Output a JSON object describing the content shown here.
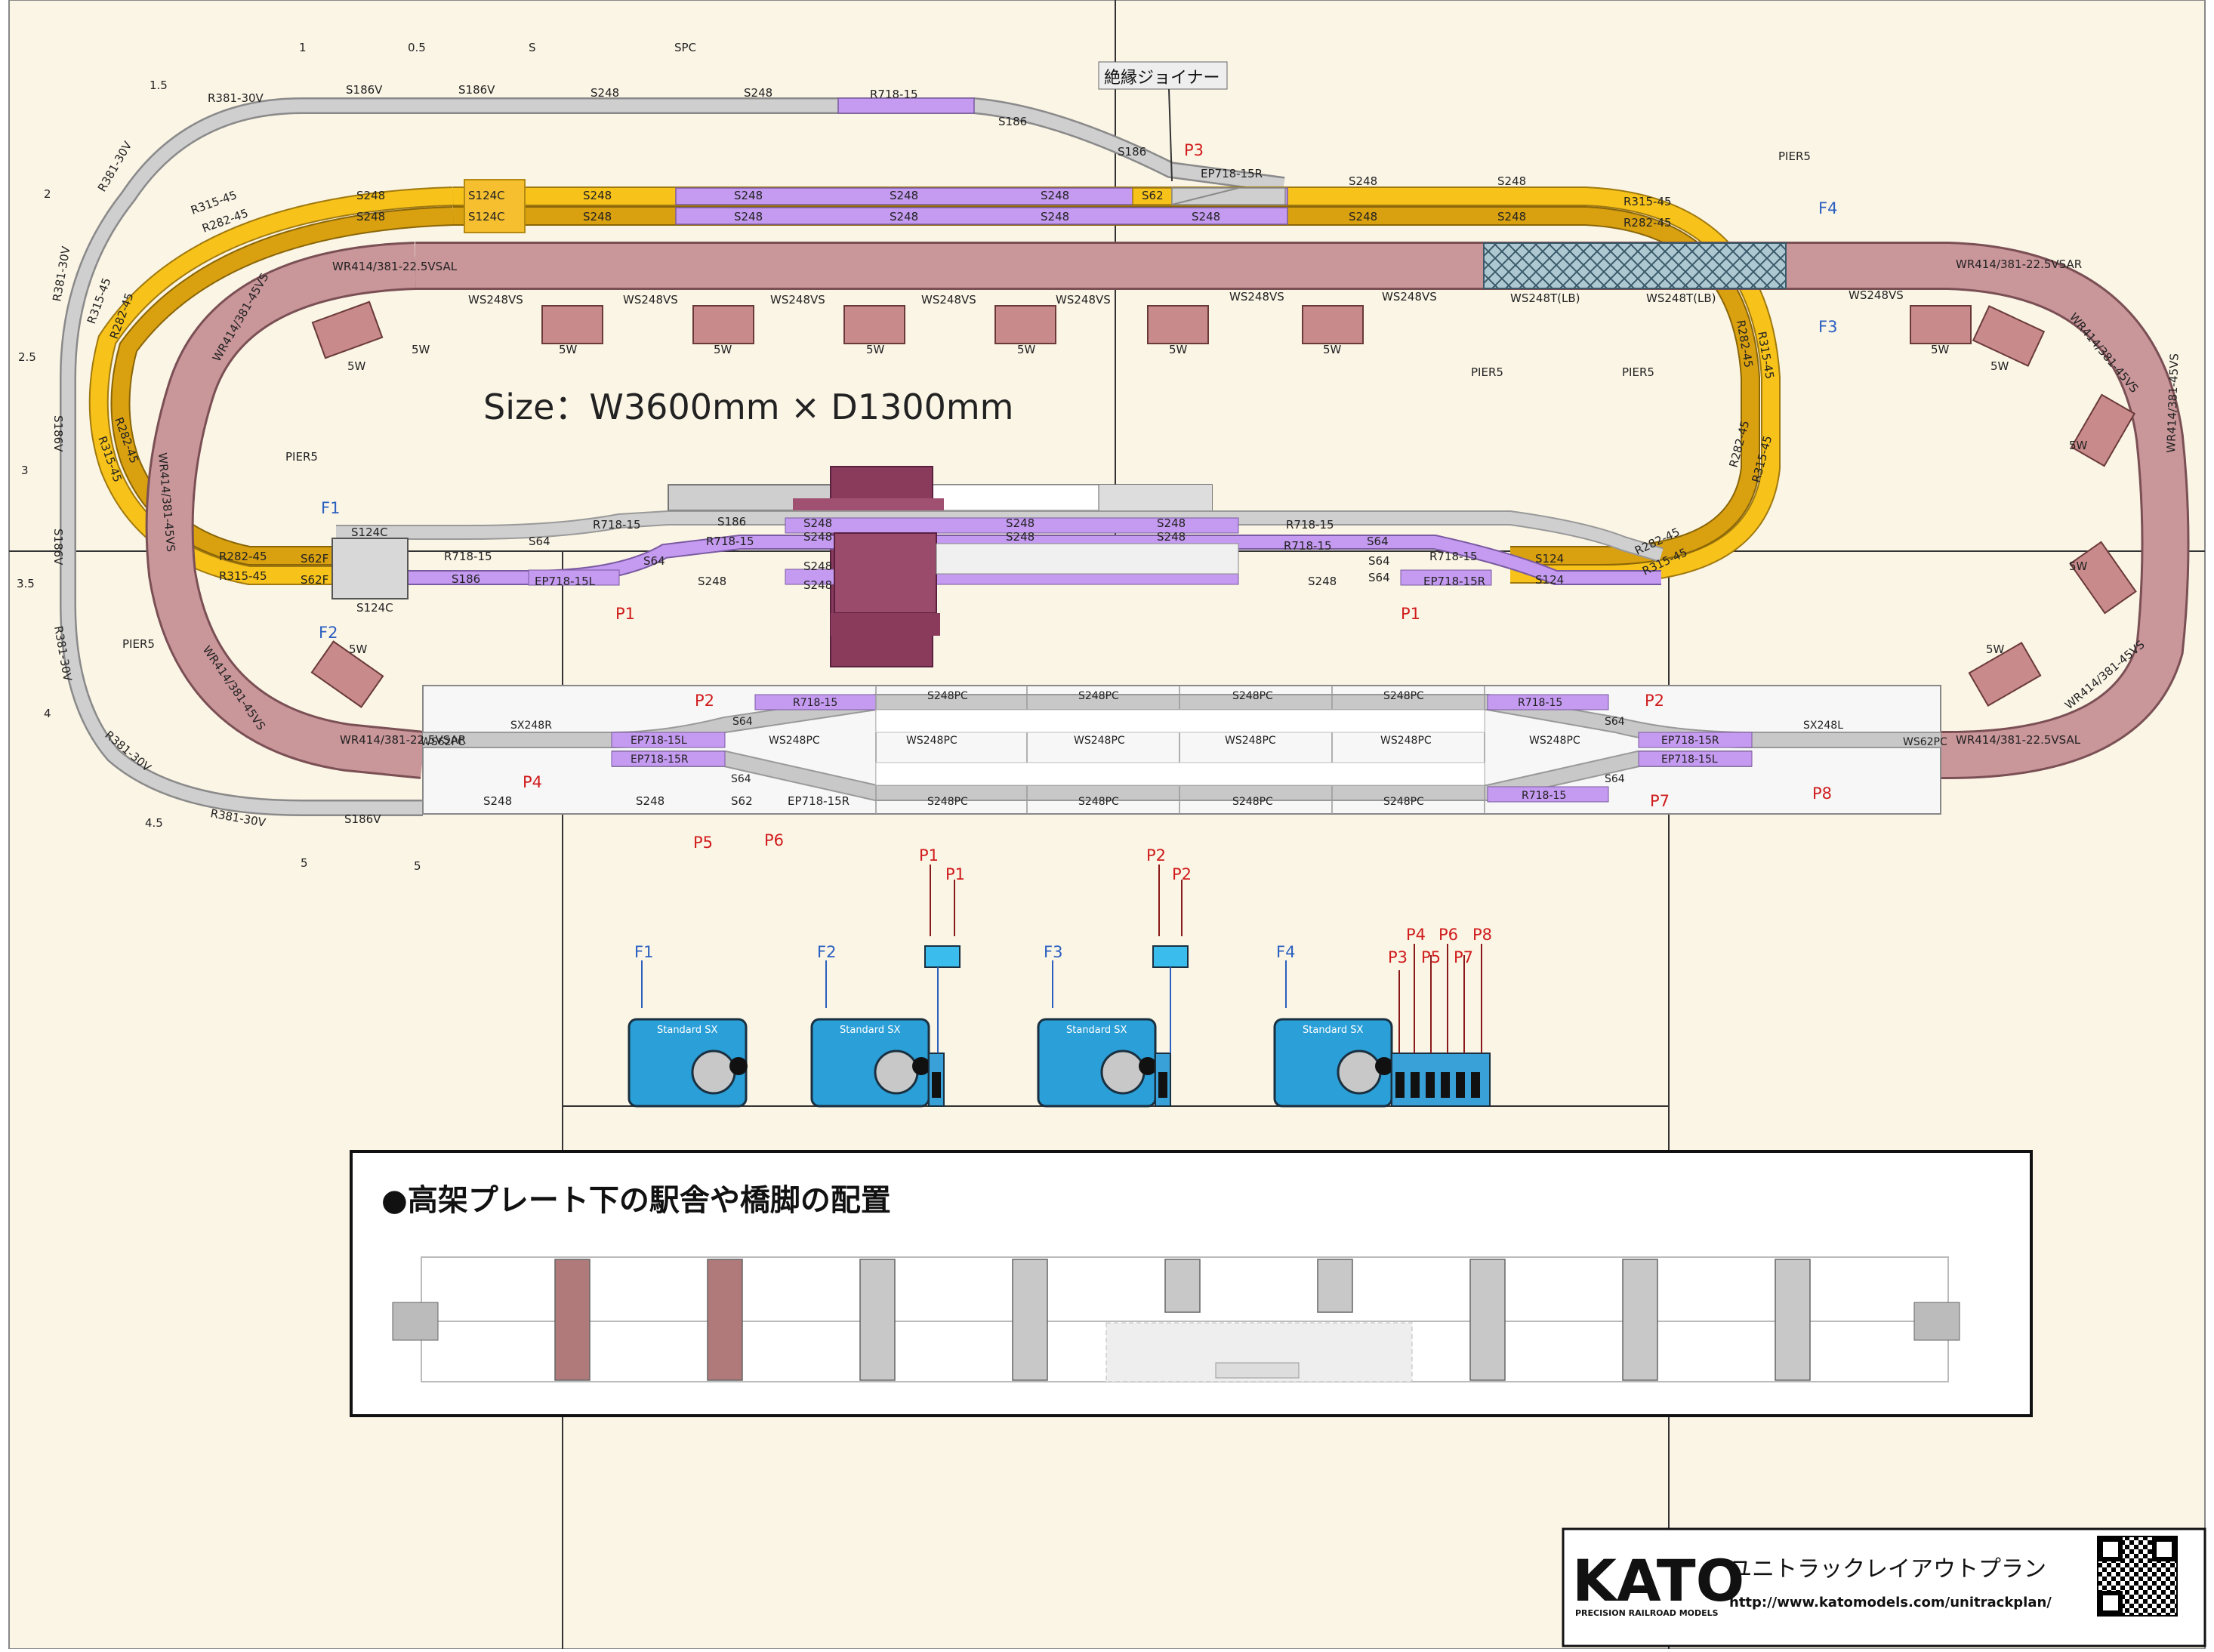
{
  "colors": {
    "background": "#fbf5e6",
    "track_gray": "#c8c8c8",
    "track_yellow": "#f7c21a",
    "track_yellow_dark": "#d9a010",
    "track_purple": "#c49bf0",
    "track_viaduct": "#c9969a",
    "station_maroon": "#8a3b5c",
    "controller_blue": "#2a9fd8"
  },
  "title_size": "Size：W3600mm × D1300mm",
  "joiner_label": "絶縁ジョイナー",
  "height_markers": {
    "m1": "1",
    "m05": "0.5",
    "ms": "S",
    "mspc": "SPC",
    "m15": "1.5",
    "m2": "2",
    "m25": "2.5",
    "m3": "3",
    "m35": "3.5",
    "m4": "4",
    "m45": "4.5",
    "m5a": "5",
    "m5b": "5"
  },
  "outer_loop": {
    "top": [
      "R381-30V",
      "S186V",
      "S186V",
      "S248",
      "S248",
      "R718-15",
      "S186",
      "S186",
      "EP718-15R"
    ],
    "left": [
      "R381-30V",
      "R381-30V",
      "S186V",
      "S186V",
      "R381-30V",
      "R381-30V",
      "R381-30V"
    ],
    "bottom": [
      "S186V",
      "S248",
      "S248",
      "S62",
      "EP718-15R"
    ]
  },
  "yellow_tracks": {
    "row1": [
      "S248",
      "S124C",
      "S248",
      "S248",
      "S248",
      "S248",
      "S62",
      "S248",
      "S248",
      "R315-45"
    ],
    "row2": [
      "S248",
      "S124C",
      "S248",
      "S248",
      "S248",
      "S248",
      "S248",
      "S248",
      "S248",
      "R282-45"
    ],
    "left_curves": [
      "R315-45",
      "R282-45",
      "R315-45",
      "R282-45",
      "R282-45",
      "R315-45"
    ],
    "right_curves": [
      "R282-45",
      "R315-45",
      "R282-45",
      "R315-45",
      "R282-45",
      "R315-45"
    ],
    "left_bottom": [
      "R282-45",
      "S62F",
      "R315-45",
      "S62F"
    ],
    "right_bottom": [
      "S124",
      "S124"
    ]
  },
  "viaduct": {
    "top_labels": [
      "WS248VS",
      "WS248VS",
      "WS248VS",
      "WS248VS",
      "WS248VS",
      "WS248VS",
      "WS248VS",
      "WS248T(LB)",
      "WS248T(LB)",
      "WS248VS"
    ],
    "left_curve": [
      "WR414/381-22.5VSAL",
      "WR414/381-45VS",
      "WR414/381-45VS",
      "WR414/381-45VS",
      "WR414/381-22.5VSAR"
    ],
    "right_curve": [
      "WR414/381-22.5VSAR",
      "WR414/381-45VS",
      "WR414/381-45VS",
      "WR414/381-45VS",
      "WR414/381-22.5VSAL"
    ],
    "pier_labels": [
      "PIER5",
      "PIER5",
      "PIER5",
      "PIER5",
      "PIER5"
    ],
    "w5": "5W"
  },
  "middle_station": {
    "left": [
      "S124C",
      "S124C",
      "R718-15",
      "S186",
      "S64",
      "R718-15",
      "S64",
      "S186",
      "EP718-15L",
      "R718-15",
      "S248"
    ],
    "center": [
      "S248",
      "S248",
      "S248",
      "S248",
      "S248",
      "S248",
      "S248",
      "S248"
    ],
    "right": [
      "R718-15",
      "S64",
      "R718-15",
      "S64",
      "R718-15",
      "S248",
      "EP718-15R",
      "S64"
    ]
  },
  "lower_station": {
    "left": [
      "WS62PC",
      "SX248R",
      "EP718-15L",
      "S64",
      "R718-15",
      "WS248PC",
      "EP718-15R",
      "S64"
    ],
    "pc": [
      "S248PC",
      "S248PC",
      "S248PC",
      "S248PC",
      "WS248PC",
      "WS248PC",
      "WS248PC",
      "WS248PC",
      "S248PC",
      "S248PC",
      "S248PC",
      "S248PC"
    ],
    "right": [
      "R718-15",
      "S64",
      "EP718-15R",
      "WS248PC",
      "SX248L",
      "WS62PC",
      "EP718-15L",
      "S64",
      "R718-15"
    ]
  },
  "feeders": {
    "f1": "F1",
    "f2": "F2",
    "f3": "F3",
    "f4": "F4"
  },
  "points": {
    "p1": "P1",
    "p2": "P2",
    "p3": "P3",
    "p4": "P4",
    "p5": "P5",
    "p6": "P6",
    "p7": "P7",
    "p8": "P8"
  },
  "controllers": {
    "brand_text": "Standard SX"
  },
  "inset_title": "●高架プレート下の駅舎や橋脚の配置",
  "kato": {
    "logo": "KATO",
    "tagline": "PRECISION RAILROAD MODELS",
    "title": "ユニトラックレイアウトプラン",
    "url": "http://www.katomodels.com/unitrackplan/"
  }
}
